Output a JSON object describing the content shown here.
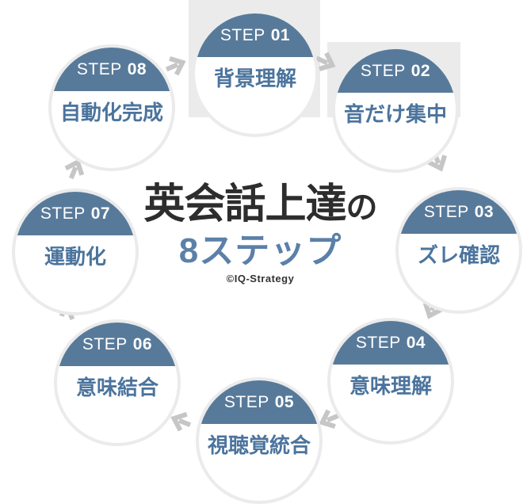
{
  "diagram": {
    "title": {
      "main": "英会話上達",
      "suffix": "の",
      "line2": "8ステップ",
      "credit": "©IQ-Strategy"
    },
    "step_word": "STEP",
    "steps": [
      {
        "num": "01",
        "label": "背景理解"
      },
      {
        "num": "02",
        "label": "音だけ集中"
      },
      {
        "num": "03",
        "label": "ズレ確認"
      },
      {
        "num": "04",
        "label": "意味理解"
      },
      {
        "num": "05",
        "label": "視聴覚統合"
      },
      {
        "num": "06",
        "label": "意味結合"
      },
      {
        "num": "07",
        "label": "運動化"
      },
      {
        "num": "08",
        "label": "自動化完成"
      }
    ],
    "flow": "clockwise",
    "colors": {
      "circle_cap_blue": "#587a9a",
      "label_blue": "#4b749d",
      "title_dark": "#2d2d2d",
      "title_blue": "#5b80a9",
      "arrow_gray": "#c6c6c6",
      "ring_gray": "#ebebeb",
      "bg_block_gray": "#ebebeb"
    }
  }
}
